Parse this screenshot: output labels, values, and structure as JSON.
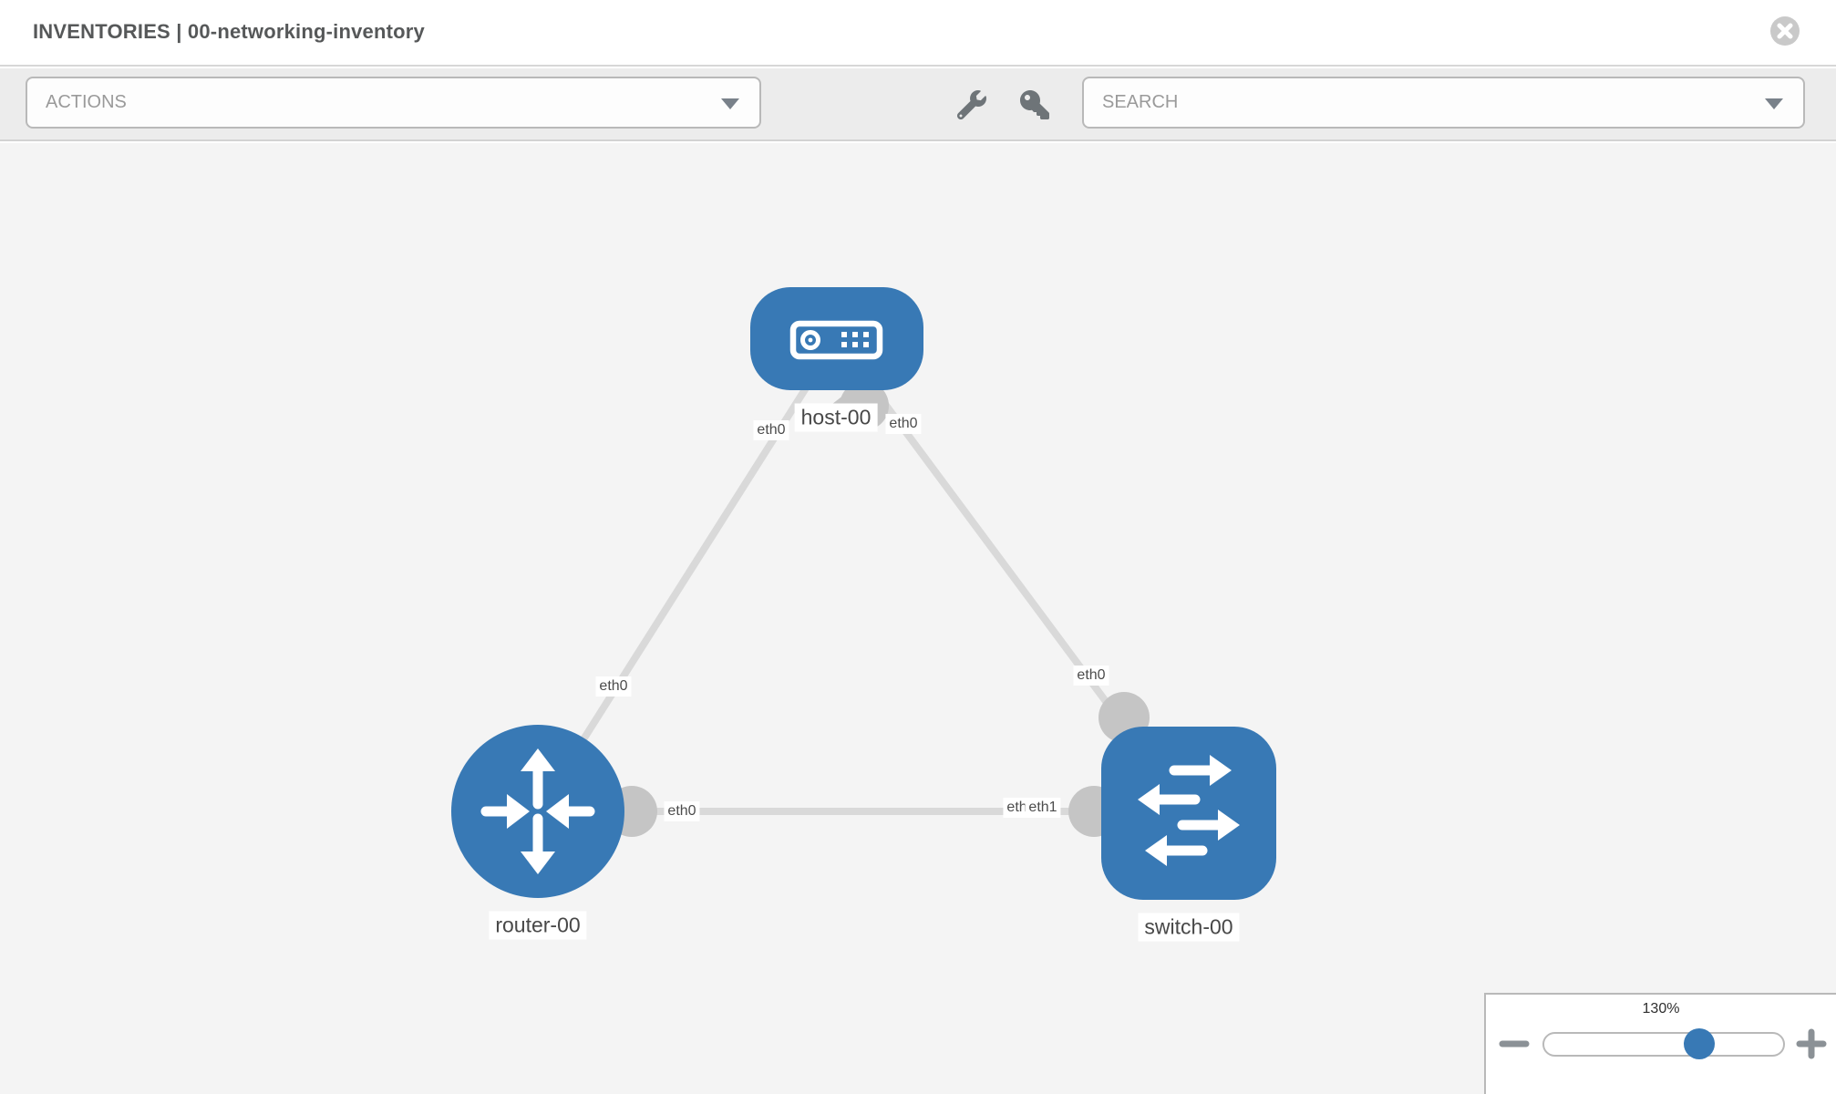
{
  "header": {
    "title": "INVENTORIES | 00-networking-inventory"
  },
  "toolbar": {
    "actions_label": "ACTIONS",
    "search_placeholder": "SEARCH",
    "icons": [
      "wrench-icon",
      "key-icon"
    ]
  },
  "topology": {
    "nodes": [
      {
        "id": "host-00",
        "type": "host",
        "label": "host-00"
      },
      {
        "id": "router-00",
        "type": "router",
        "label": "router-00"
      },
      {
        "id": "switch-00",
        "type": "switch",
        "label": "switch-00"
      }
    ],
    "links": [
      {
        "source": "host-00",
        "target": "router-00"
      },
      {
        "source": "host-00",
        "target": "switch-00"
      },
      {
        "source": "router-00",
        "target": "switch-00"
      }
    ],
    "interface_labels": [
      {
        "text": "eth0",
        "near": "host-left"
      },
      {
        "text": "eth0",
        "near": "host-right"
      },
      {
        "text": "eth0",
        "near": "router-top"
      },
      {
        "text": "eth0",
        "near": "router-right"
      },
      {
        "text": "eth0",
        "near": "switch-left-under"
      },
      {
        "text": "eth1",
        "near": "switch-left"
      },
      {
        "text": "eth0",
        "near": "switch-top"
      }
    ]
  },
  "zoom_control": {
    "value": "130%",
    "minus_icon": "minus-icon",
    "plus_icon": "plus-icon"
  },
  "colors": {
    "node_blue": "#3879b5",
    "link_gray": "#d9d9d9",
    "connector_gray": "#c5c5c5",
    "toolbar_bg": "#ececec",
    "canvas_bg": "#f4f4f4",
    "border_gray": "#b9b9b9"
  }
}
